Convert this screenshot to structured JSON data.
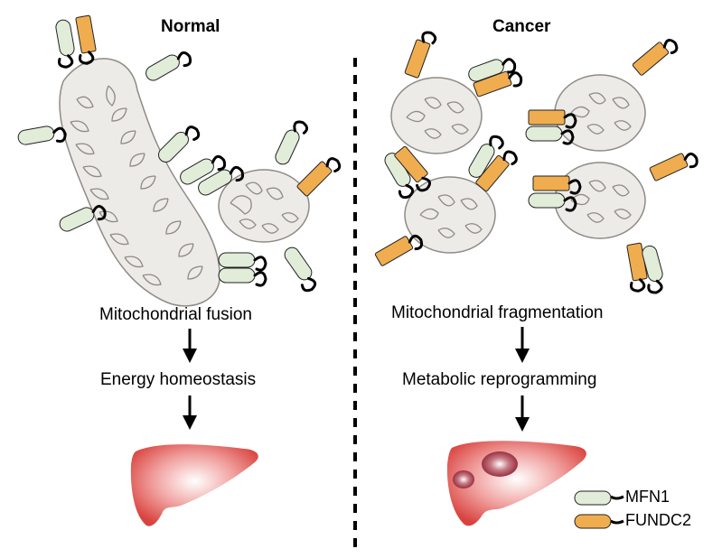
{
  "panels": [
    {
      "title": "Normal",
      "steps": [
        "Mitochondrial fusion",
        "Energy homeostasis"
      ],
      "state": "fused mitochondria",
      "liver": "healthy liver"
    },
    {
      "title": "Cancer",
      "steps": [
        "Mitochondrial fragmentation",
        "Metabolic reprogramming"
      ],
      "state": "fragmented mitochondria",
      "liver": "liver with tumors"
    }
  ],
  "legend": [
    {
      "label": "MFN1",
      "color": "#e1ecd9"
    },
    {
      "label": "FUNDC2",
      "color": "#f0ad4f"
    }
  ],
  "colors": {
    "mito_fill": "#ecebe7",
    "mito_stroke": "#8f8a85",
    "mfn1": "#e1ecd9",
    "fundc2": "#f0ad4f",
    "liver": "#e06060",
    "tumor": "#a83545",
    "divider": "#000000"
  }
}
